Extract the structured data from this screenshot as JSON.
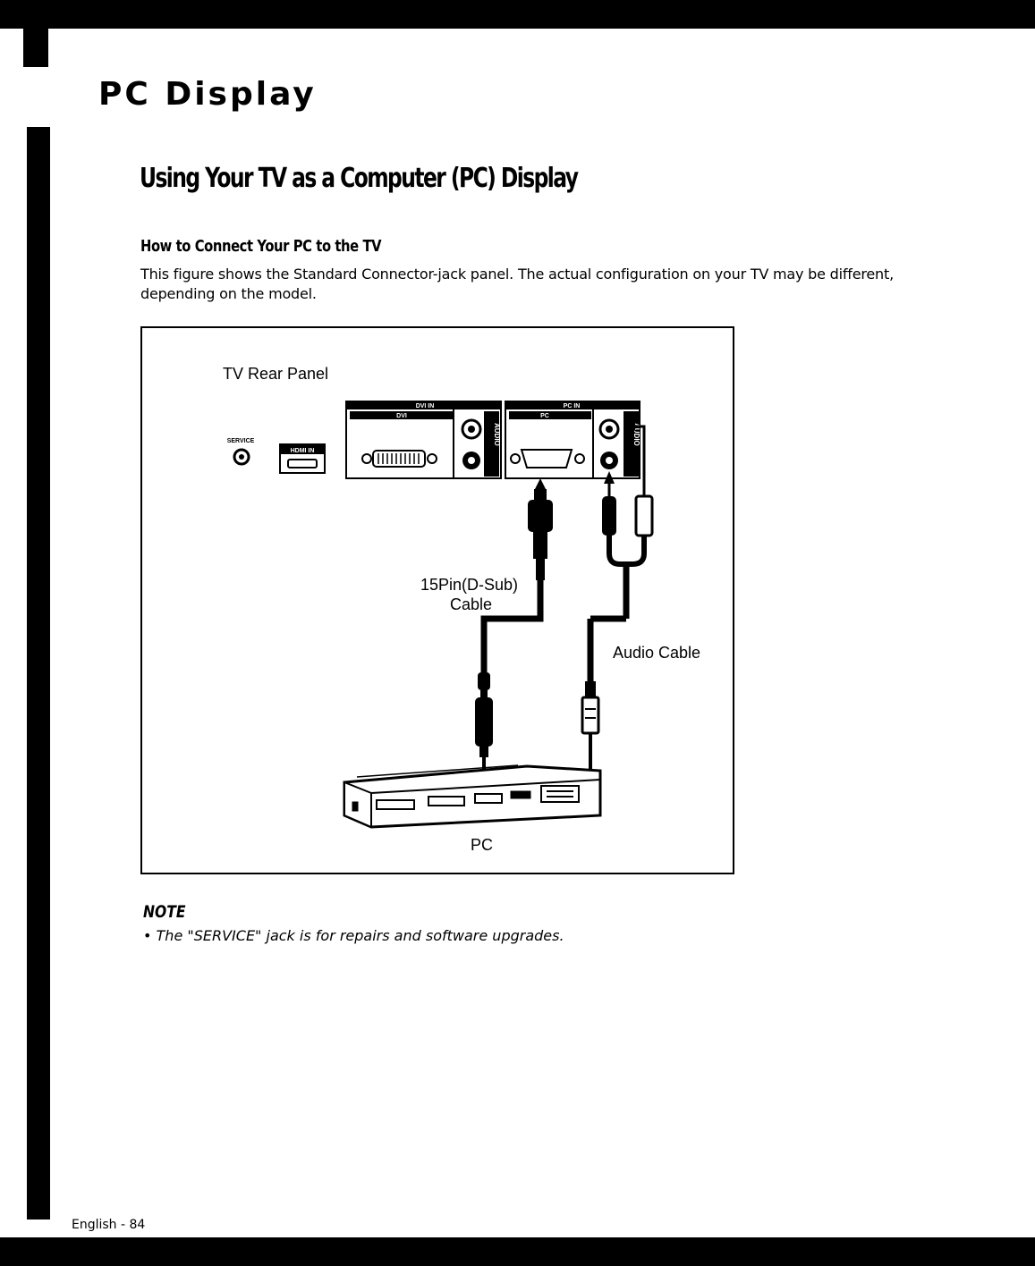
{
  "page": {
    "section_title": "PC Display",
    "heading": "Using Your TV as a Computer (PC) Display",
    "subheading": "How to Connect Your PC to the TV",
    "intro": "This figure shows the Standard Connector-jack panel. The actual configuration on your TV may be different, depending on the model."
  },
  "figure": {
    "tv_rear_panel_label": "TV Rear Panel",
    "service_label": "SERVICE",
    "hdmi_label": "HDMI IN",
    "dvi_in_label": "DVI IN",
    "dvi_label": "DVI",
    "audio_label": "AUDIO",
    "pc_in_label": "PC IN",
    "pc_label": "PC",
    "dsub_cable_label_line1": "15Pin(D-Sub)",
    "dsub_cable_label_line2": "Cable",
    "audio_cable_label": "Audio Cable",
    "pc_device_label": "PC"
  },
  "note": {
    "title": "NOTE",
    "items": [
      "• The \"SERVICE\" jack is for repairs and software upgrades."
    ]
  },
  "footer": {
    "page_number": "English - 84"
  }
}
